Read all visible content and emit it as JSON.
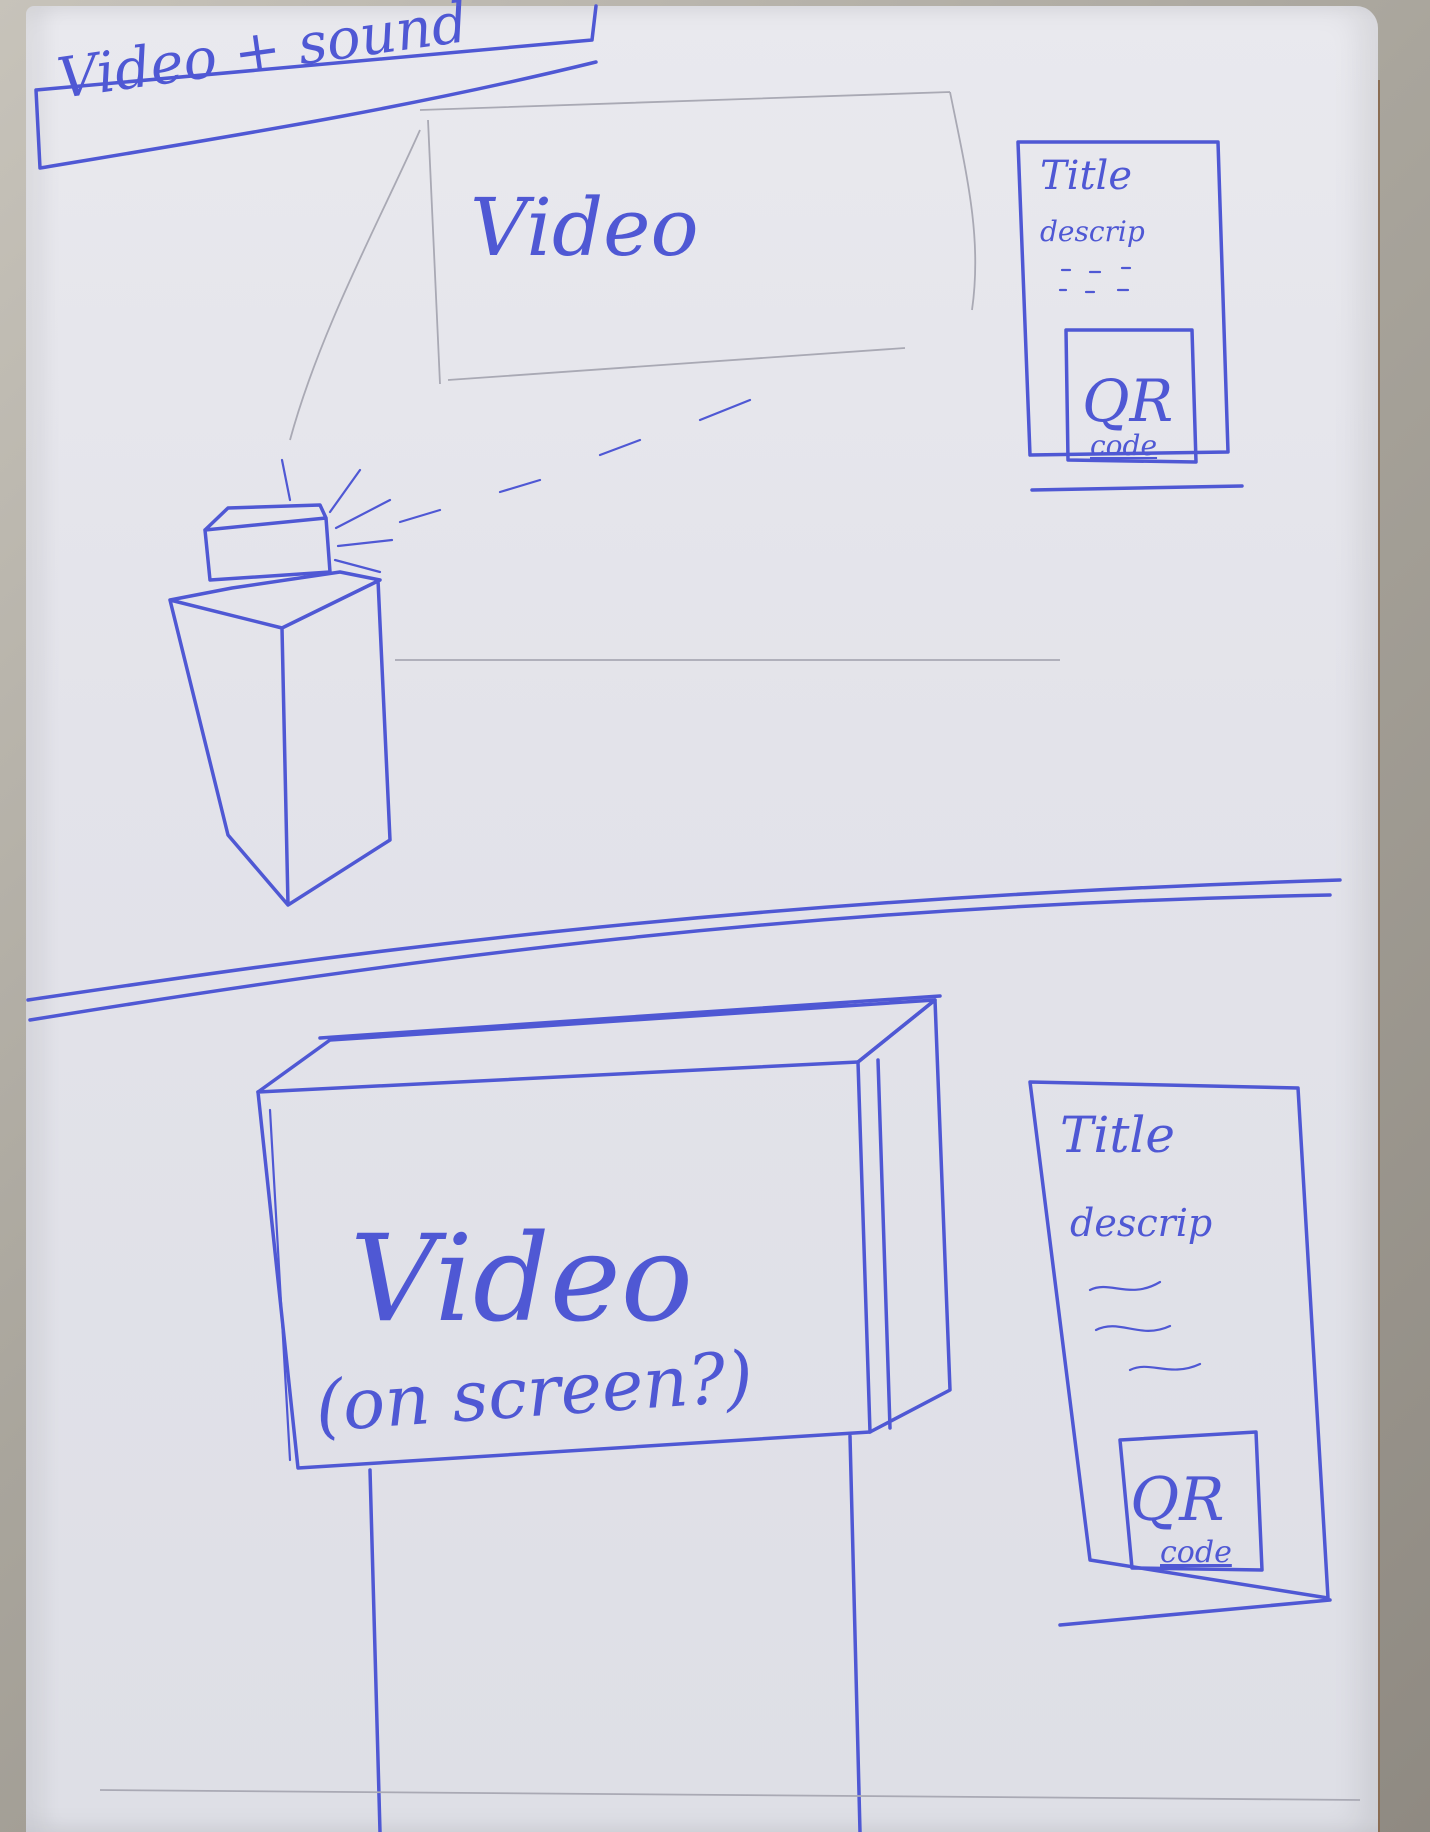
{
  "sketch": {
    "header_label": "Video + sound",
    "top_scene": {
      "video_label": "Video",
      "panel_title": "Title",
      "panel_description": "descrip",
      "qr_label": "QR",
      "code_label": "code"
    },
    "bottom_scene": {
      "video_label": "Video",
      "screen_note": "(on screen?)",
      "panel_title": "Title",
      "panel_description": "descrip",
      "qr_label": "QR",
      "code_label": "code"
    }
  },
  "colors": {
    "ink": "#4f58d4",
    "paper": "#e6e6ec",
    "pencil": "#a9a9b4"
  }
}
